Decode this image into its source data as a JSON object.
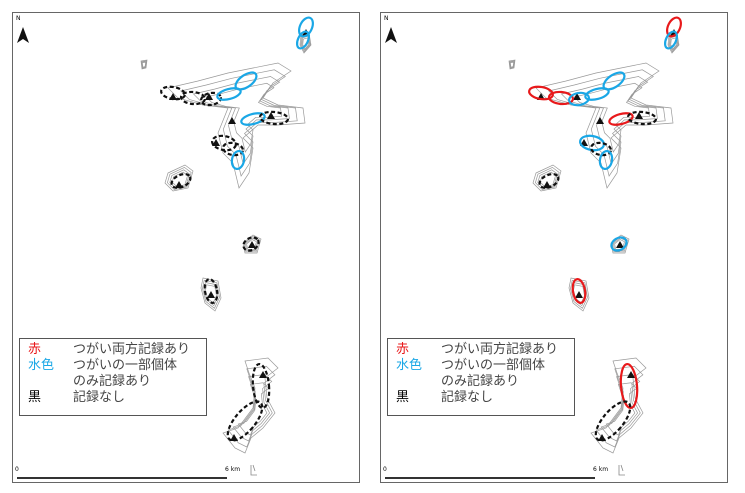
{
  "colors": {
    "red": "#e8191b",
    "blue": "#1aa7e6",
    "black": "#111111",
    "contour": "#999999"
  },
  "north_label": "N",
  "scale": {
    "start": "0",
    "end": "6 km"
  },
  "legend": {
    "rows": [
      {
        "key": "赤",
        "text": "つがい両方記録あり",
        "color": "red"
      },
      {
        "key": "水色",
        "text": "つがいの一部個体",
        "color": "blue"
      },
      {
        "key": "",
        "text": "のみ記録あり",
        "color": "black"
      },
      {
        "key": "黒",
        "text": "記録なし",
        "color": "black"
      }
    ]
  },
  "panels": [
    {
      "statuses": [
        "blue",
        "blue",
        "black",
        "black",
        "black",
        "blue",
        "blue",
        "blue",
        "black",
        "black",
        "black",
        "blue",
        "black",
        "black",
        "black",
        "black",
        "black"
      ]
    },
    {
      "statuses": [
        "red",
        "blue",
        "red",
        "red",
        "blue",
        "blue",
        "blue",
        "red",
        "black",
        "blue",
        "black",
        "blue",
        "black",
        "blue",
        "red",
        "red",
        "black"
      ]
    }
  ]
}
